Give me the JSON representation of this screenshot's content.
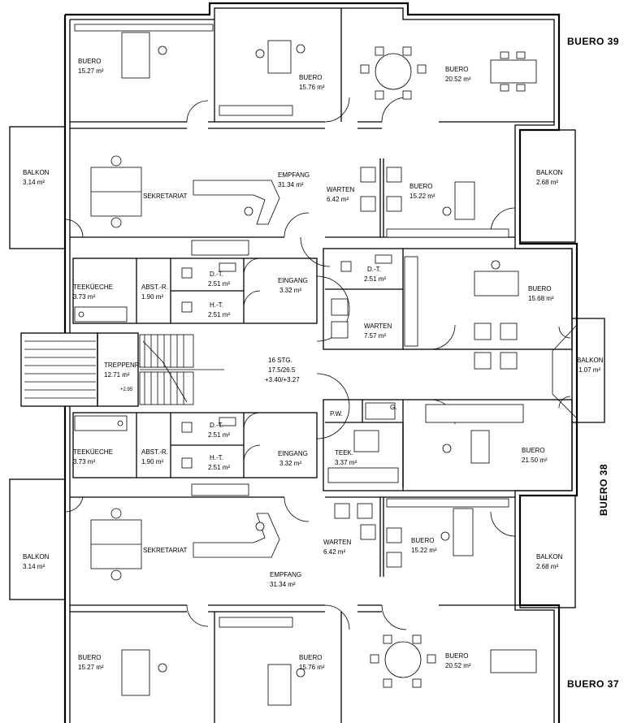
{
  "building_labels": {
    "b39_top": "BUERO 39",
    "b38_side": "BUERO 38",
    "b37_bottom": "BUERO 37"
  },
  "rooms": {
    "buero_a_top": {
      "name": "BUERO",
      "area": "15.27 m²"
    },
    "buero_b_top": {
      "name": "BUERO",
      "area": "15.76 m²"
    },
    "buero_c_top": {
      "name": "BUERO",
      "area": "20.52 m²"
    },
    "balkon_l_top": {
      "name": "BALKON",
      "area": "3.14 m²"
    },
    "sekretariat_top": {
      "name": "SEKRETARIAT"
    },
    "empfang_top": {
      "name": "EMPFANG",
      "area": "31.34 m²"
    },
    "warten_top": {
      "name": "WARTEN",
      "area": "6.42 m²"
    },
    "buero_d_top": {
      "name": "BUERO",
      "area": "15.22 m²"
    },
    "balkon_r_top": {
      "name": "BALKON",
      "area": "2.68 m²"
    },
    "teekueche_top": {
      "name": "TEEKÜECHE",
      "area": "3.73 m²"
    },
    "abst_top": {
      "name": "ABST.-R.",
      "area": "1.90 m²"
    },
    "dt_top": {
      "name": "D.-T.",
      "area": "2.51 m²"
    },
    "ht_top": {
      "name": "H.-T.",
      "area": "2.51 m²"
    },
    "eingang_top": {
      "name": "EINGANG",
      "area": "3.32 m²"
    },
    "dt_mid": {
      "name": "D.-T.",
      "area": "2.51 m²"
    },
    "buero_e": {
      "name": "BUERO",
      "area": "15.68 m²"
    },
    "warten_mid": {
      "name": "WARTEN",
      "area": "7.57 m²"
    },
    "balkon_mid": {
      "name": "BALKON",
      "area": "1.07 m²"
    },
    "treppenr": {
      "name": "TREPPENR.",
      "area": "12.71 m²",
      "level": "+2.95"
    },
    "stairs": {
      "line1": "16 STG.",
      "line2": "17.5/26.5",
      "line3": "+3.40/+3.27"
    },
    "pw": {
      "name": "P.W."
    },
    "g": {
      "name": "G."
    },
    "teek": {
      "name": "TEEK.",
      "area": "3.37 m²"
    },
    "buero_f": {
      "name": "BUERO",
      "area": "21.50 m²"
    },
    "teekueche_bot": {
      "name": "TEEKÜECHE",
      "area": "3.73 m²"
    },
    "abst_bot": {
      "name": "ABST.-R.",
      "area": "1.90 m²"
    },
    "dt_bot": {
      "name": "D.-T.",
      "area": "2.51 m²"
    },
    "ht_bot": {
      "name": "H.-T.",
      "area": "2.51 m²"
    },
    "eingang_bot": {
      "name": "EINGANG",
      "area": "3.32 m²"
    },
    "balkon_l_bot": {
      "name": "BALKON",
      "area": "3.14 m²"
    },
    "sekretariat_bot": {
      "name": "SEKRETARIAT"
    },
    "warten_bot": {
      "name": "WARTEN",
      "area": "6.42 m²"
    },
    "buero_d_bot": {
      "name": "BUERO",
      "area": "15.22 m²"
    },
    "balkon_r_bot": {
      "name": "BALKON",
      "area": "2.68 m²"
    },
    "empfang_bot": {
      "name": "EMPFANG",
      "area": "31.34 m²"
    },
    "buero_a_bot": {
      "name": "BUERO",
      "area": "15.27 m²"
    },
    "buero_b_bot": {
      "name": "BUERO",
      "area": "15.76 m²"
    },
    "buero_c_bot": {
      "name": "BUERO",
      "area": "20.52 m²"
    }
  }
}
